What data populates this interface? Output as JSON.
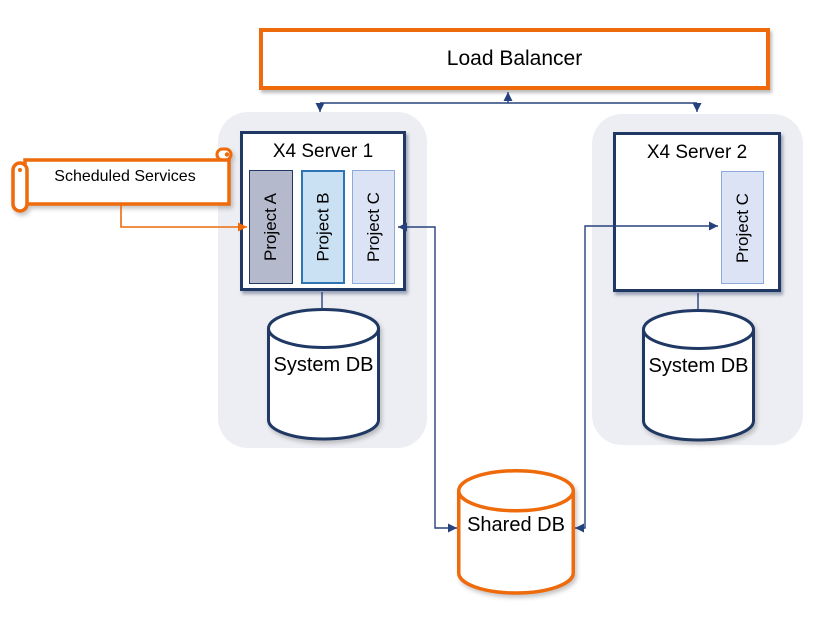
{
  "diagram": {
    "load_balancer": {
      "label": "Load Balancer"
    },
    "scheduled_services": {
      "label": "Scheduled Services"
    },
    "server1": {
      "title": "X4 Server 1",
      "projects": [
        {
          "label": "Project A"
        },
        {
          "label": "Project B"
        },
        {
          "label": "Project C"
        }
      ]
    },
    "server2": {
      "title": "X4 Server 2",
      "projects": [
        {
          "label": "Project C"
        }
      ]
    },
    "system_db_left": {
      "label": "System DB"
    },
    "system_db_right": {
      "label": "System DB"
    },
    "shared_db": {
      "label": "Shared DB"
    },
    "colors": {
      "accent_orange": "#EE6A0A",
      "navy_border": "#1F3864",
      "connector_navy": "#26427C",
      "group_background": "#EDEEF3",
      "project_a_fill": "#B4BACB",
      "project_b_fill": "#C9E1F2",
      "project_b_border": "#2E75B6",
      "project_c_fill": "#DCE3F4",
      "project_c_border": "#8EA9DC"
    }
  }
}
